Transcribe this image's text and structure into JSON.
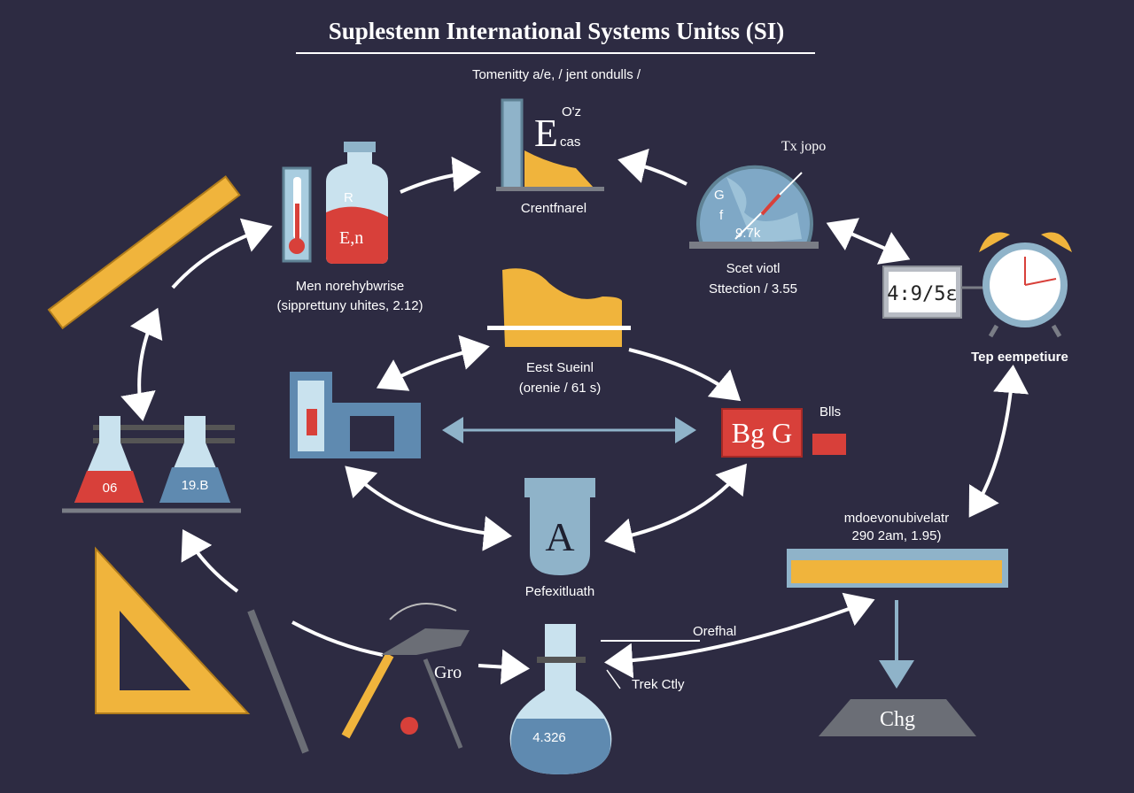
{
  "title": "Suplestenn International Systems Unitss (SI)",
  "subtitle": "Tomenitty a/e, / jent ondulls /",
  "colors": {
    "background": "#2d2b42",
    "accent_yellow": "#f0b43c",
    "accent_red": "#d8403a",
    "accent_blue": "#8fb3c9"
  },
  "nodes": {
    "graph": {
      "big_letter": "E",
      "superscript": "O'z",
      "suffix": "cas",
      "label": "Crentfnarel"
    },
    "thermometer_bottle": {
      "bottle_top_text": "R",
      "bottle_text": "E,n",
      "label_line1": "Men norehybwrise",
      "label_line2": "(sipprettuny uhites, 2.12)"
    },
    "globe": {
      "callout": "Tx jopo",
      "globe_letters": [
        "G",
        "f",
        "9.7k"
      ],
      "label_line1": "Scet viotl",
      "label_line2": "Sttection / 3.55"
    },
    "clock": {
      "display": "4:9/5ε",
      "label": "Tep eempetiure"
    },
    "ruler_center": {
      "label_line1": "Eest Sueinl",
      "label_line2": "(orenie / 61 s)"
    },
    "block": {
      "text": "Bg G",
      "callout": "Blls"
    },
    "flasks": {
      "left_value": "06",
      "right_value": "19.B"
    },
    "vial": {
      "letter": "A",
      "label": "Pefexitluath"
    },
    "ruler_right": {
      "label_line1": "mdoevonubivelatr",
      "label_line2": "290 2am, 1.95)"
    },
    "weight": {
      "text": "Chg"
    },
    "flask_bottom": {
      "value": "4.326",
      "callout_top": "Orefhal",
      "callout_bottom": "Trek Ctly"
    },
    "caliper": {
      "label": "Gro"
    }
  }
}
